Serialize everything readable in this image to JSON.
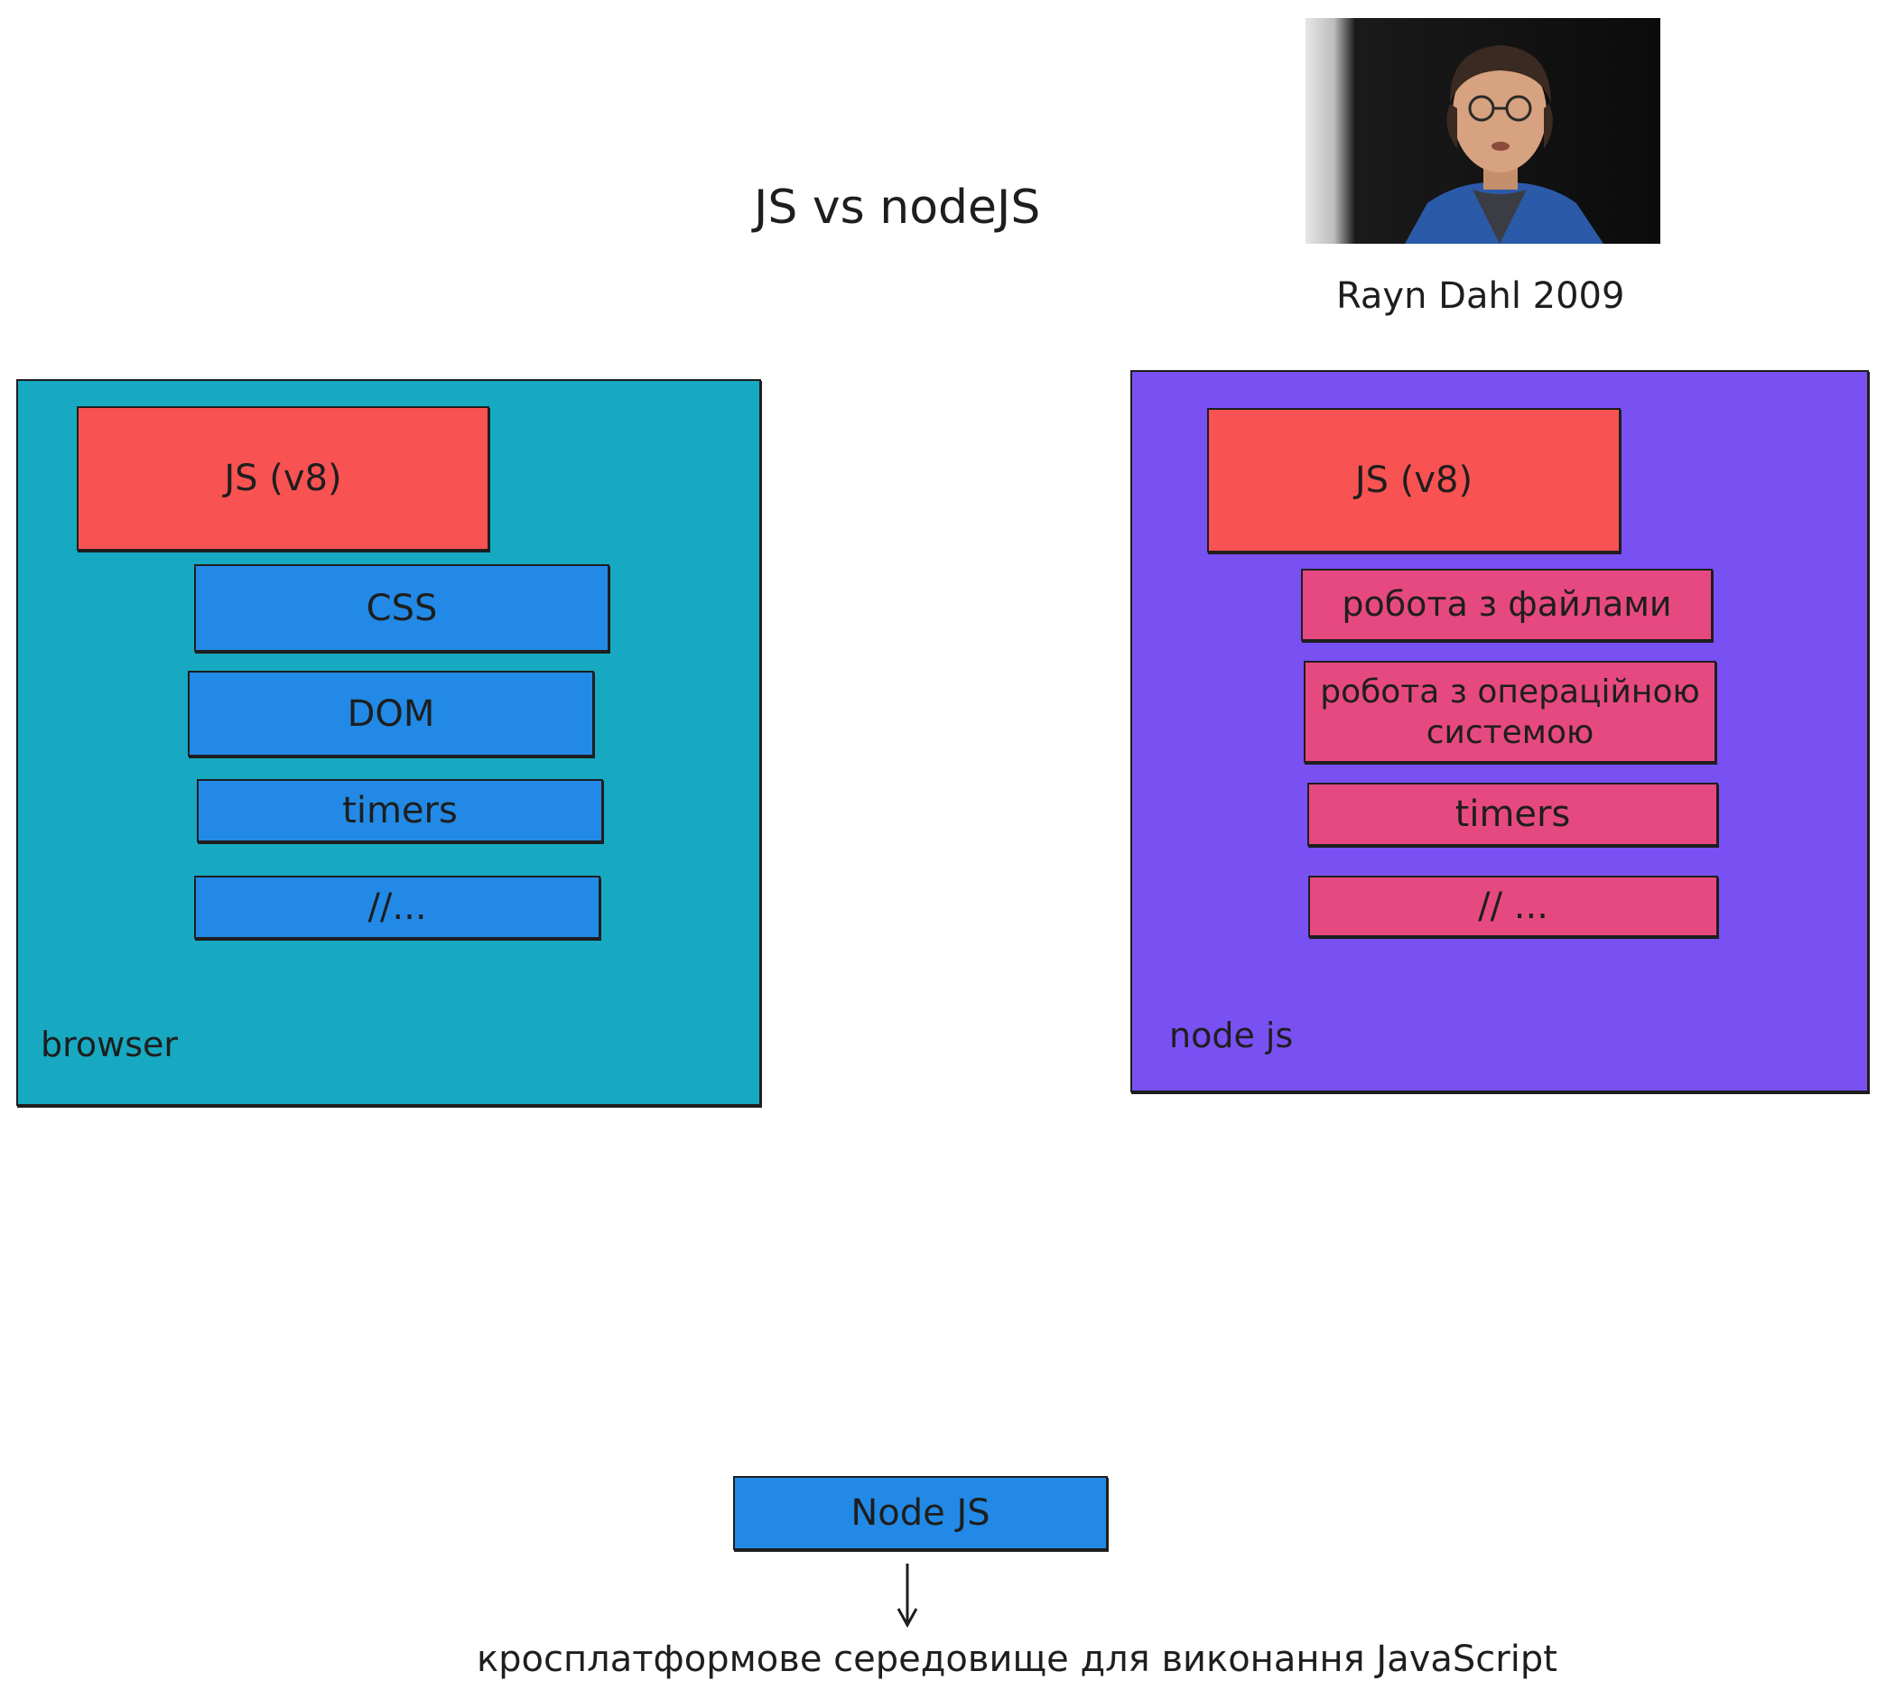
{
  "title": "JS vs nodeJS",
  "photo": {
    "caption": "Rayn Dahl 2009",
    "colors": {
      "background": "#0d0d0d",
      "jacket": "#2b5aa8",
      "skin": "#d7a27f",
      "hair": "#3a2a22"
    }
  },
  "browser": {
    "label": "browser",
    "color": "#17a9c1",
    "engine": {
      "label": "JS (v8)",
      "color": "#f95252"
    },
    "items": [
      {
        "label": "CSS"
      },
      {
        "label": "DOM"
      },
      {
        "label": "timers"
      },
      {
        "label": "//..."
      }
    ],
    "item_color": "#228ae6"
  },
  "node": {
    "label": "node js",
    "color": "#7950f2",
    "engine": {
      "label": "JS (v8)",
      "color": "#f95252"
    },
    "items": [
      {
        "label": "робота з файлами"
      },
      {
        "label": "робота з операційною системою"
      },
      {
        "label": "timers"
      },
      {
        "label": "// ..."
      }
    ],
    "item_color": "#e64980"
  },
  "nodejs_box": {
    "label": "Node JS",
    "color": "#228ae6"
  },
  "definition": "кросплатформове середовище для виконання JavaScript"
}
